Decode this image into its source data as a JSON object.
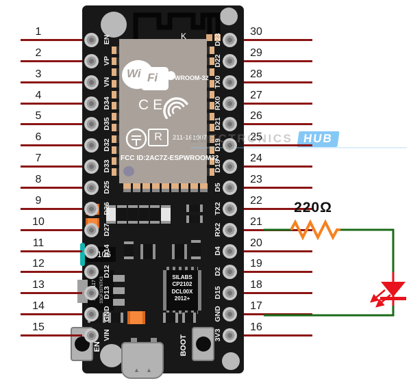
{
  "pins": {
    "left": [
      {
        "num": "1",
        "label": "EN"
      },
      {
        "num": "2",
        "label": "VP"
      },
      {
        "num": "3",
        "label": "VN"
      },
      {
        "num": "4",
        "label": "D34"
      },
      {
        "num": "5",
        "label": "D35"
      },
      {
        "num": "6",
        "label": "D32"
      },
      {
        "num": "7",
        "label": "D33"
      },
      {
        "num": "8",
        "label": "D25"
      },
      {
        "num": "9",
        "label": "D26"
      },
      {
        "num": "10",
        "label": "D27"
      },
      {
        "num": "11",
        "label": "D14"
      },
      {
        "num": "12",
        "label": "D12"
      },
      {
        "num": "13",
        "label": "D13"
      },
      {
        "num": "14",
        "label": "GND"
      },
      {
        "num": "15",
        "label": "VIN"
      }
    ],
    "right": [
      {
        "num": "30",
        "label": "D23"
      },
      {
        "num": "29",
        "label": "D22"
      },
      {
        "num": "28",
        "label": "TX0"
      },
      {
        "num": "27",
        "label": "RX0"
      },
      {
        "num": "26",
        "label": "D21"
      },
      {
        "num": "25",
        "label": "D19"
      },
      {
        "num": "24",
        "label": "D18"
      },
      {
        "num": "23",
        "label": "D5"
      },
      {
        "num": "22",
        "label": "TX2"
      },
      {
        "num": "21",
        "label": "RX2"
      },
      {
        "num": "20",
        "label": "D4"
      },
      {
        "num": "19",
        "label": "D2"
      },
      {
        "num": "18",
        "label": "D15"
      },
      {
        "num": "17",
        "label": "GND"
      },
      {
        "num": "16",
        "label": "3V3"
      }
    ]
  },
  "module": {
    "wifi_wi": "Wi",
    "wifi_fi": "Fi",
    "name": "ESP-WROOM-32",
    "ce_mark": "CE",
    "cert_letter": "R",
    "cert_number": "211-161007",
    "fcc_id": "FCC ID:2AC7Z-ESPWROOM32",
    "antenna_label": "K"
  },
  "components": {
    "cap_label": "C106",
    "regulator_line1": "AMS1117",
    "regulator_line2": "33GF3376TK3",
    "usb_chip_line1": "SILABS",
    "usb_chip_line2": "CP2102",
    "usb_chip_line3": "DCL00X",
    "usb_chip_line4": "2012+",
    "en_button": "EN",
    "boot_button": "BOOT"
  },
  "circuit": {
    "resistor_value": "220Ω",
    "wire_from_pin": "21",
    "wire_to_pin": "17",
    "wire_color": "#1a6b1a",
    "resistor_color": "#f58220",
    "led_color": "#e8131c",
    "pin_stub_color": "#8b1414"
  },
  "watermark": {
    "text": "ELECTRONICS",
    "badge": "HUB"
  }
}
